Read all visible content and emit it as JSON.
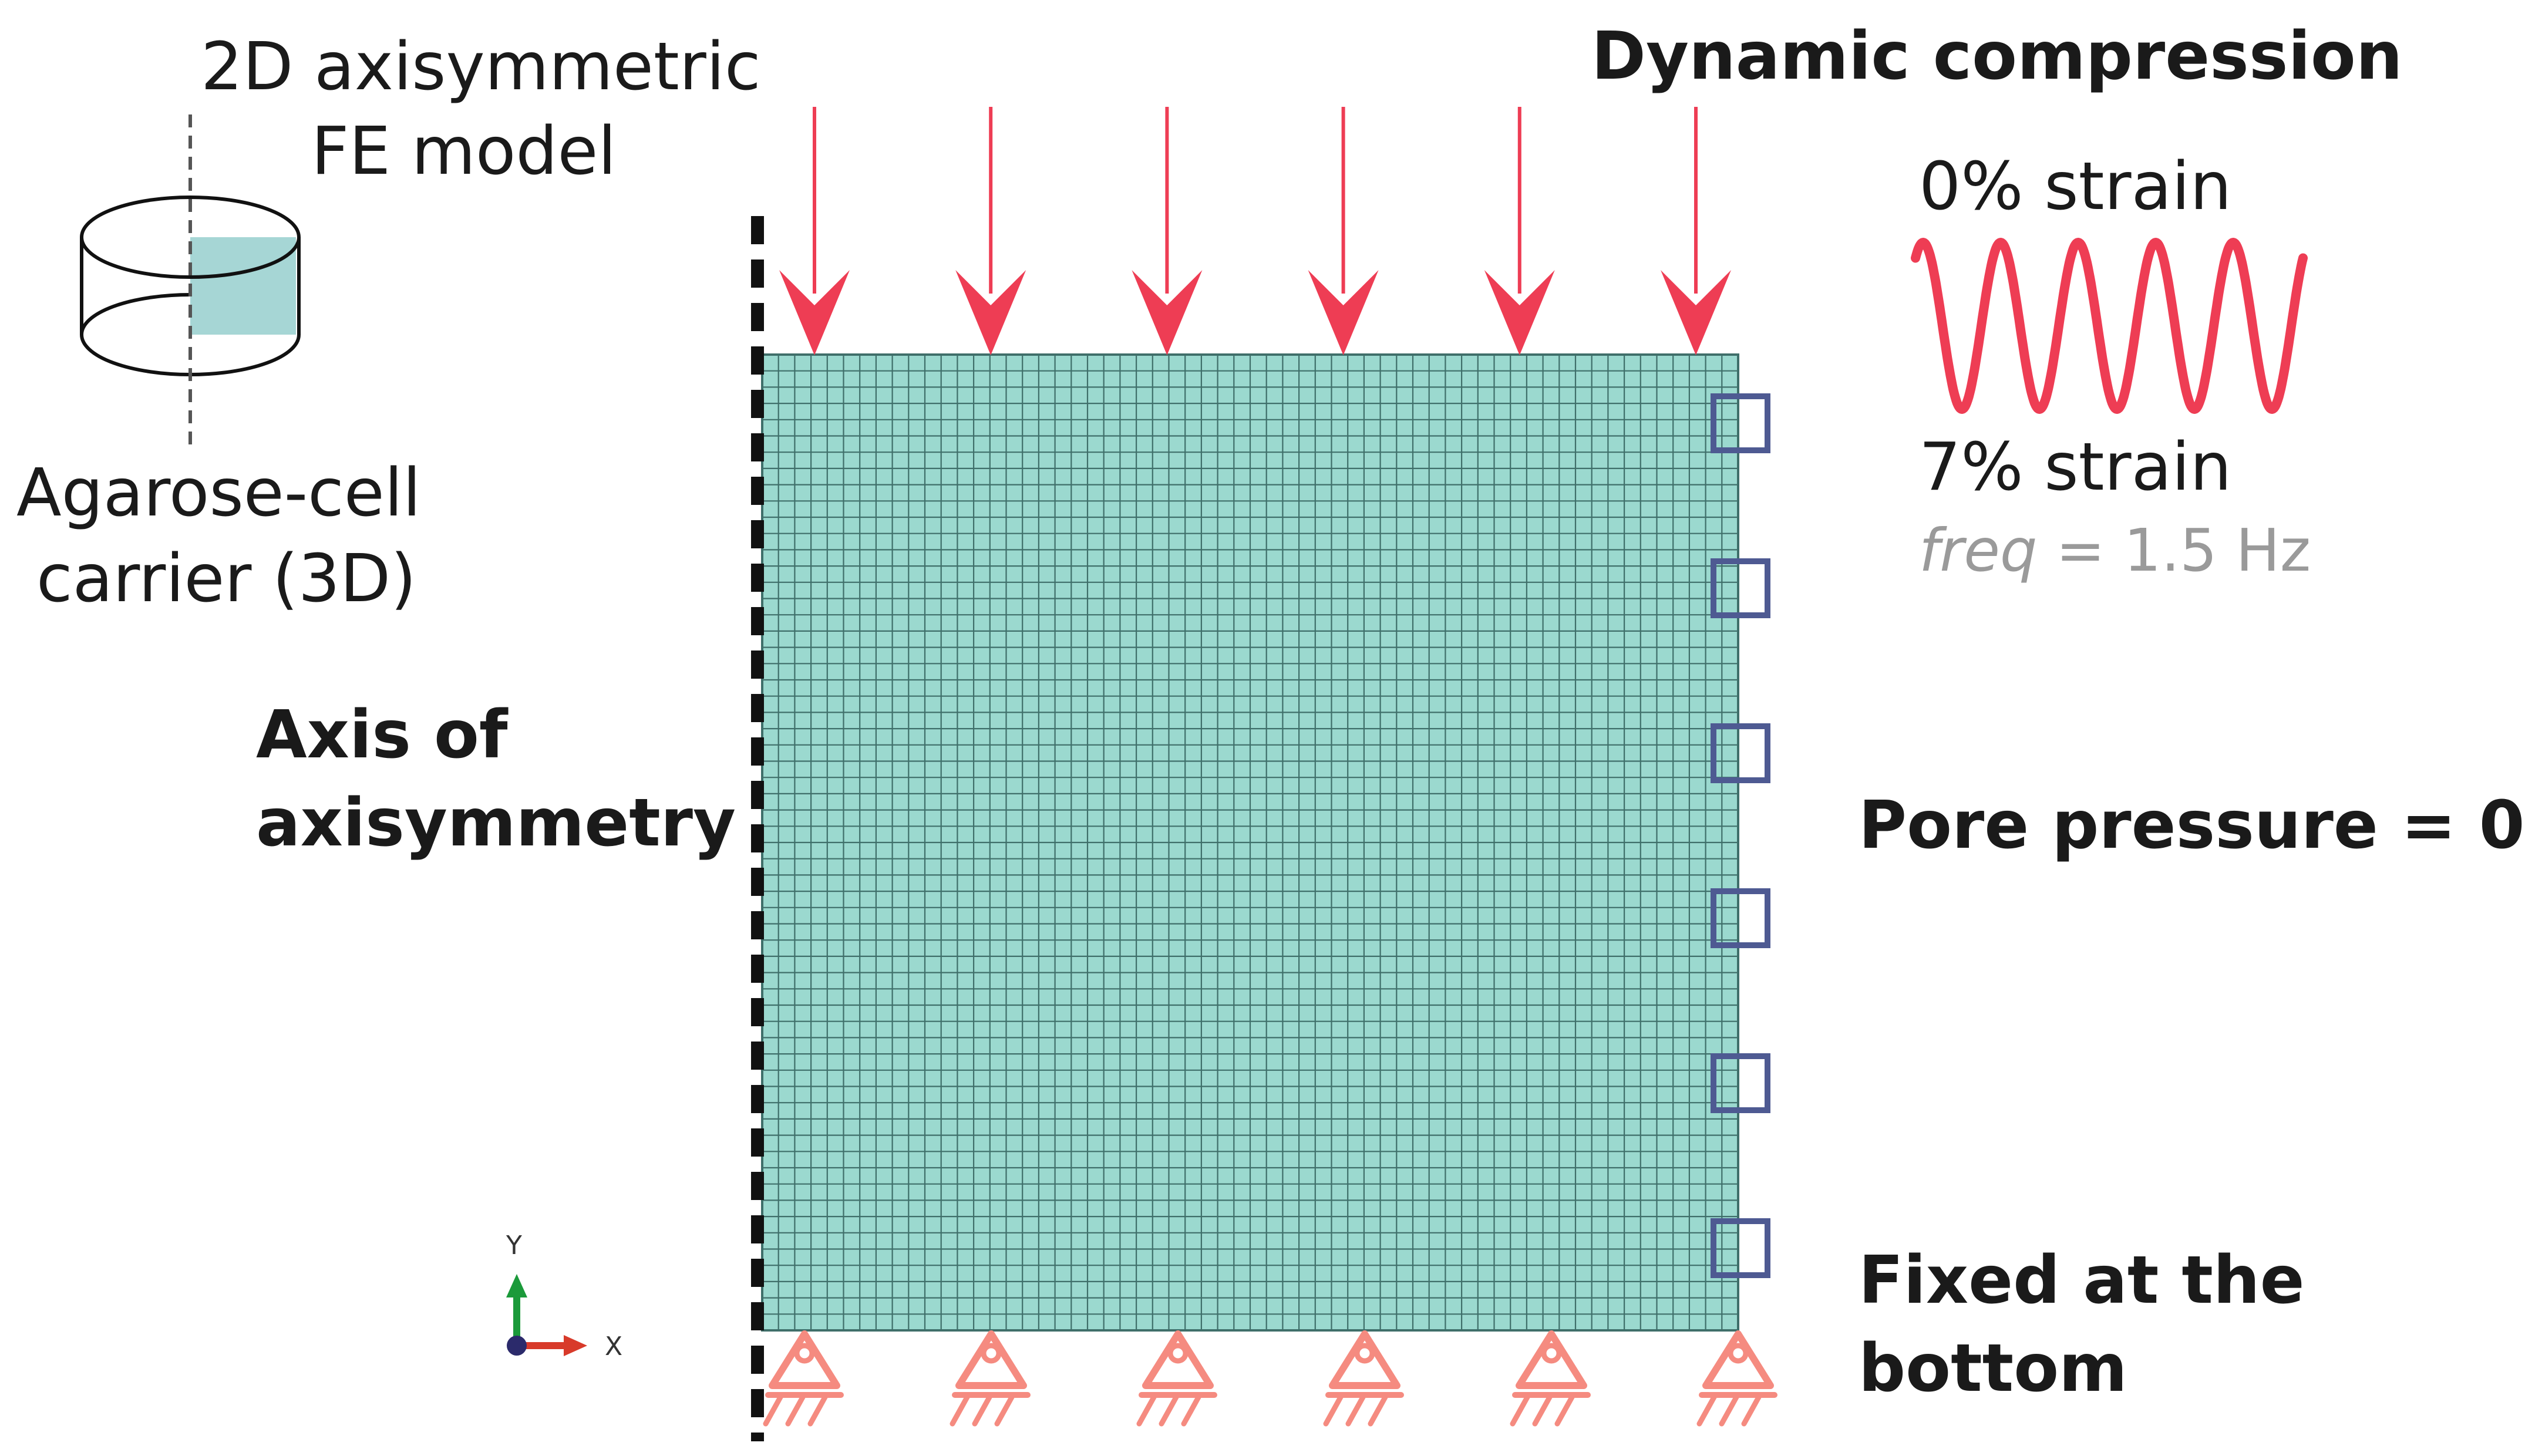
{
  "labels": {
    "model_title_1": "2D axisymmetric",
    "model_title_2": "FE model",
    "carrier_1": "Agarose-cell",
    "carrier_2": "carrier (3D)",
    "axis_1": "Axis of",
    "axis_2": "axisymmetry",
    "dynamic_compression": "Dynamic compression",
    "strain_0": "0% strain",
    "strain_7": "7% strain",
    "freq_var": "freq",
    "freq_value": " = 1.5 Hz",
    "pore_pressure": "Pore pressure = 0",
    "fixed_1": "Fixed at the",
    "fixed_2": "bottom",
    "triad_y": "Y",
    "triad_x": "X"
  },
  "mesh": {
    "columns": 60,
    "rows": 60
  },
  "load": {
    "arrow_count": 6,
    "wave_cycles": 5,
    "strain_min_percent": 0,
    "strain_max_percent": 7,
    "frequency_hz": 1.5
  },
  "boundary": {
    "pore_pressure_marker_count": 6,
    "fixed_support_count": 6
  },
  "colors": {
    "mesh_fill": "#9bd9cf",
    "mesh_line": "#3f6f6a",
    "load_red": "#ee3d54",
    "support_salmon": "#f58b80",
    "pore_marker": "#4e5a92",
    "cylinder_fill": "#a6d6d5",
    "triad_y": "#1b9a3a",
    "triad_x": "#d83a2a",
    "triad_origin": "#2b2a6b"
  }
}
